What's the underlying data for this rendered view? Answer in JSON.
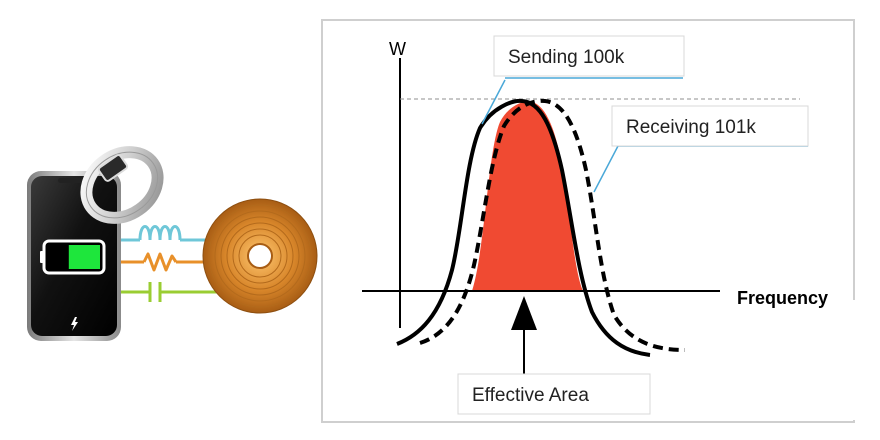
{
  "graph": {
    "y_axis_label": "W",
    "x_axis_label": "Frequency"
  },
  "callouts": {
    "sending": "Sending 100k",
    "receiving": "Receiving 101k",
    "effective_area": "Effective Area"
  },
  "colors": {
    "effective_area_fill": "#f04a32",
    "callout_line": "#4aa8d8",
    "inductor_wire": "#6fc7d8",
    "resistor_wire": "#e8902a",
    "capacitor_wire": "#9acd32",
    "battery_level": "#1ee63c",
    "coil": "#d8862a"
  },
  "icons": {
    "phone": "smartphone-icon",
    "ring": "smart-ring-icon",
    "battery": "battery-icon",
    "charge": "lightning-bolt-icon",
    "coil": "charging-coil-icon",
    "inductor": "inductor-symbol",
    "resistor": "resistor-symbol",
    "capacitor": "capacitor-symbol"
  },
  "battery": {
    "charge_fraction": 0.6
  }
}
